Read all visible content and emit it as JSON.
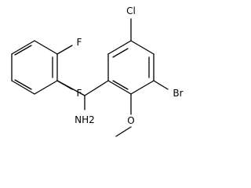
{
  "structure": {
    "atom_labels": {
      "fluorine_top": "F",
      "fluorine_bottom": "F",
      "chlorine": "Cl",
      "bromine": "Br",
      "amine": "NH2",
      "oxygen": "O"
    },
    "colors": {
      "bond": "#000000",
      "label": "#000000",
      "background": "#ffffff"
    }
  }
}
